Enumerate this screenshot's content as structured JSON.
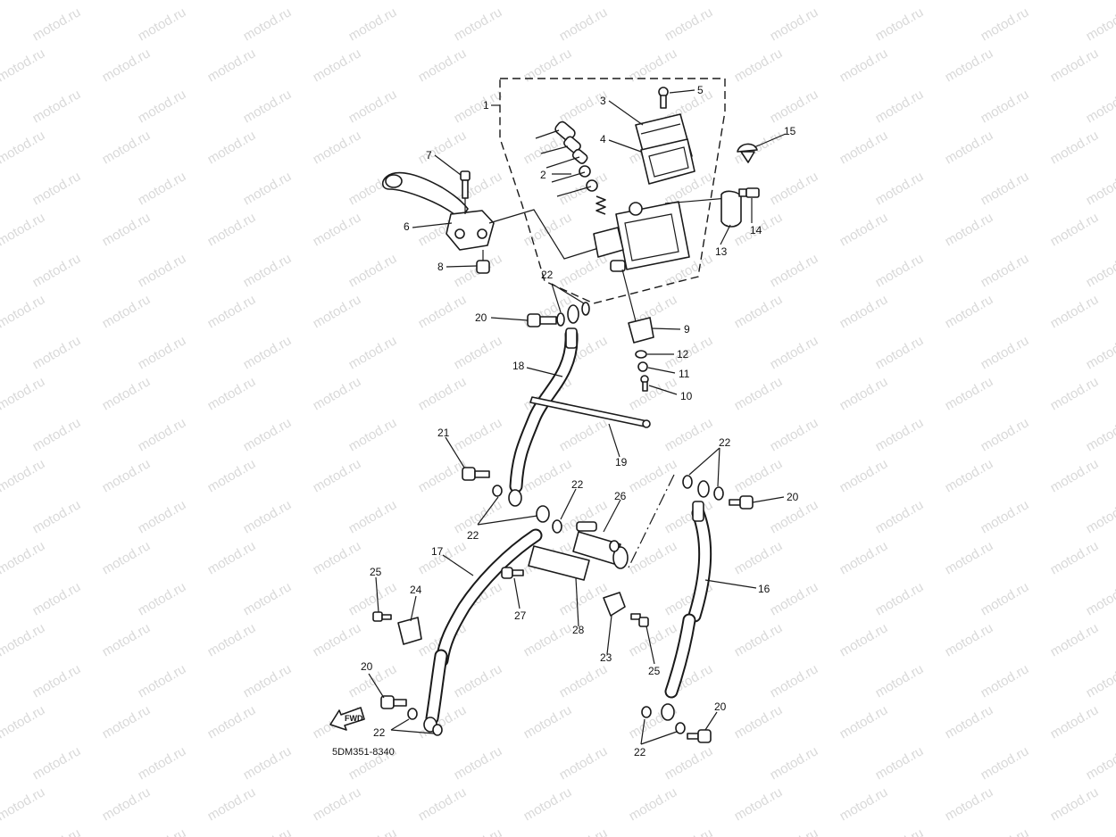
{
  "watermark": {
    "text": "motod.ru"
  },
  "diagram_code": "5DM351-8340",
  "fwd_label": "FWD",
  "callouts": [
    {
      "id": "c1",
      "label": "1"
    },
    {
      "id": "c2",
      "label": "2"
    },
    {
      "id": "c3",
      "label": "3"
    },
    {
      "id": "c4",
      "label": "4"
    },
    {
      "id": "c5",
      "label": "5"
    },
    {
      "id": "c6",
      "label": "6"
    },
    {
      "id": "c7",
      "label": "7"
    },
    {
      "id": "c8",
      "label": "8"
    },
    {
      "id": "c9",
      "label": "9"
    },
    {
      "id": "c10",
      "label": "10"
    },
    {
      "id": "c11",
      "label": "11"
    },
    {
      "id": "c12",
      "label": "12"
    },
    {
      "id": "c13",
      "label": "13"
    },
    {
      "id": "c14",
      "label": "14"
    },
    {
      "id": "c15",
      "label": "15"
    },
    {
      "id": "c16",
      "label": "16"
    },
    {
      "id": "c17",
      "label": "17"
    },
    {
      "id": "c18",
      "label": "18"
    },
    {
      "id": "c19",
      "label": "19"
    },
    {
      "id": "c20a",
      "label": "20"
    },
    {
      "id": "c20b",
      "label": "20"
    },
    {
      "id": "c20c",
      "label": "20"
    },
    {
      "id": "c20d",
      "label": "20"
    },
    {
      "id": "c21",
      "label": "21"
    },
    {
      "id": "c22a",
      "label": "22"
    },
    {
      "id": "c22b",
      "label": "22"
    },
    {
      "id": "c22c",
      "label": "22"
    },
    {
      "id": "c22d",
      "label": "22"
    },
    {
      "id": "c22e",
      "label": "22"
    },
    {
      "id": "c22f",
      "label": "22"
    },
    {
      "id": "c23",
      "label": "23"
    },
    {
      "id": "c24",
      "label": "24"
    },
    {
      "id": "c25a",
      "label": "25"
    },
    {
      "id": "c25b",
      "label": "25"
    },
    {
      "id": "c26",
      "label": "26"
    },
    {
      "id": "c27",
      "label": "27"
    },
    {
      "id": "c28",
      "label": "28"
    }
  ]
}
